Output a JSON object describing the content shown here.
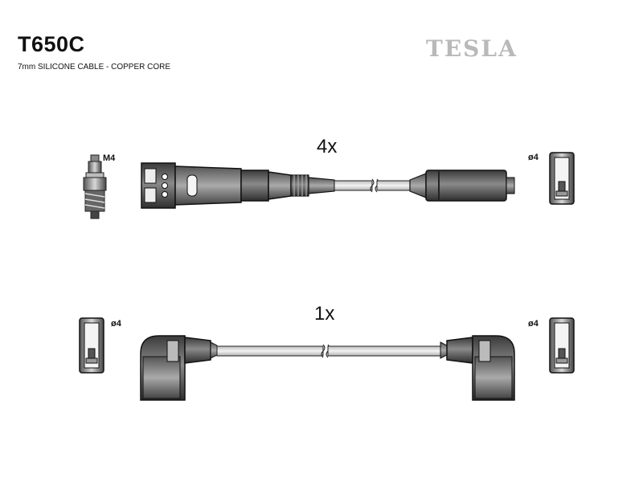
{
  "header": {
    "part_number": "T650C",
    "description": "7mm SILICONE CABLE - COPPER CORE",
    "brand": "TESLA"
  },
  "spark_plug": {
    "thread_label": "M4"
  },
  "cable_top": {
    "quantity": "4x",
    "coil_terminal_label": "ø4"
  },
  "cable_bottom": {
    "quantity": "1x",
    "left_terminal_label": "ø4",
    "right_terminal_label": "ø4"
  }
}
